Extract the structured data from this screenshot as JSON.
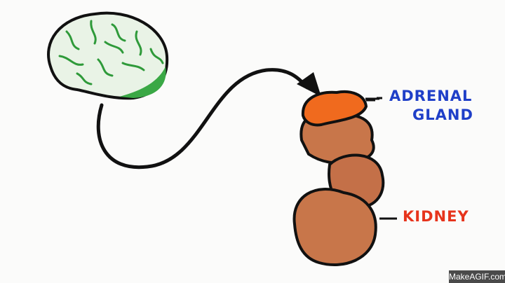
{
  "labels": {
    "adrenal_line1": "ADRENAL",
    "adrenal_line2": "GLAND",
    "kidney": "KIDNEY"
  },
  "watermark": "MakeAGIF.com",
  "colors": {
    "brain_green": "#2f9a3a",
    "adrenal_orange": "#f06a1e",
    "kidney_brown": "#c8764a",
    "adrenal_label": "#1f3fc8",
    "kidney_label": "#e6341c"
  }
}
